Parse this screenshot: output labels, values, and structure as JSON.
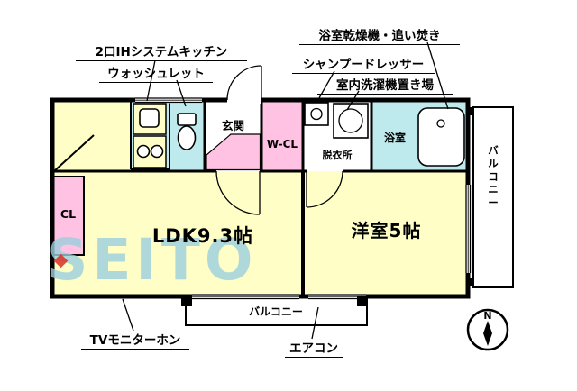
{
  "watermark": "SEITO",
  "rooms": {
    "ldk": "LDK9.3帖",
    "western": "洋室5帖",
    "cl": "CL",
    "wcl": "W-CL",
    "genkan": "玄関",
    "dressing": "脱衣所",
    "bath": "浴室",
    "balcony_right": "バルコニー",
    "balcony_bottom": "バルコニー"
  },
  "annotations": {
    "kitchen": "2口IHシステムキッチン",
    "washlet": "ウォッシュレット",
    "bath_dryer": "浴室乾燥機・追い焚き",
    "shampoo_dresser": "シャンプードレッサー",
    "washer_space": "室内洗濯機置き場",
    "tv_monitor": "TVモニターホン",
    "air_conditioner": "エアコン"
  },
  "compass": "N",
  "colors": {
    "wall": "#000000",
    "room_yellow": "#FEFEC6",
    "room_pink": "#FFC2E2",
    "room_cyan": "#BEEAEE",
    "watermark_blue": "#9CCFDF",
    "accent_red": "#D93025"
  }
}
